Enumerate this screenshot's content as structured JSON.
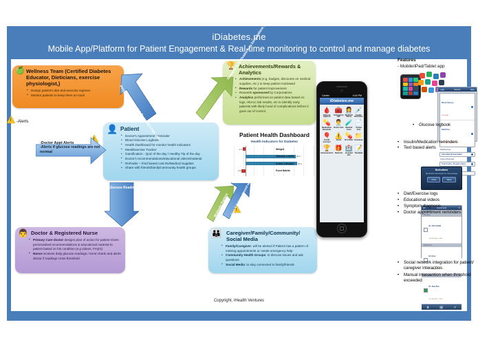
{
  "header": {
    "title": "iDiabetes.me",
    "subtitle": "Mobile App/Platform for Patient Engagement & Real-time monitoring to control and manage diabetes"
  },
  "footer": {
    "copyright": "Copyright, iHealth Ventures"
  },
  "alerts_marker": {
    "label": "-Alerts"
  },
  "wellness": {
    "icon": "apple-icon",
    "title": "Wellness Team (Certified Diabetes Educator, Dieticians, exercise physiologist,)",
    "bullets": [
      "Design patient's diet and exercise regimen",
      "Monitor patients to keep them on track"
    ]
  },
  "patient": {
    "icon": "person-icon",
    "title": "Patient",
    "bullets": [
      "Doctor's Appointment Reminder",
      "Blood Glucose Logbook",
      "Health Dashboard for monitor health indicators",
      "Meal/Exercise Tracker",
      "Gamification - Quiz of the day / Healthy Tip of the day",
      "Doctor's recommendations/educational videos/material",
      "RxFinder – Find lowest cost Rx/Medical Supplies",
      "Share with friends/family/community health groups"
    ]
  },
  "achievements": {
    "icon": "trophy-icon",
    "title": "Achievements/Rewards & Analytics",
    "bullets": [
      "<b>Achievements</b> (e.g. badges, discounts on medical supplies, etc.) to keep patient motivated",
      "<b>Rewards</b> for patient improvement",
      "Rewards <b>sponsored</b> by Corporations",
      "<b>Analytics</b> performed on patient data based on logs, HbA1c lab results, etc to identify early patients with likely hood of complications  before it goes out of control."
    ]
  },
  "doctor_nurse": {
    "icon": "doctor-nurse-icon",
    "title": "Doctor & Registered Nurse",
    "bullets": [
      "<b>Primary Care doctor</b> designs plan of action for patient Gives personalized recommendations & educational material to patient based on his condition (e.g videos, FAQ's)",
      "<b>Nurse</b> receives daily glucose readings / trend charts and alerts doctor if readings cross threshold"
    ]
  },
  "caregiver": {
    "icon": "family-icon",
    "title": "Caregiver/Family/Community/ Social Media",
    "bullets": [
      "<b>Family/Caregiver</b>: will be alerted if Patient has a pattern of missing appointments or needs emergency help",
      "<b>Community Health Groups</b>: to discuss issues and ask questions",
      "<b>Social Media</b>: to stay connected to family/friends"
    ]
  },
  "arrows": {
    "progress": "Progress via Meal & Exercise Logs, etc.",
    "rewards": "Rewards & Motivations to keep patient engaged",
    "doctor_appt": "-Doctor Appt Alerts\n-Alerts if glucose readings are not normal",
    "glucose": "Glucose Readings & Medication history",
    "motivate": "Motivate Patient",
    "alert_pattern": "Alert if Pattern missed appt"
  },
  "dashboard": {
    "title": "Patient Health Dashboard",
    "chart_data": {
      "type": "bar",
      "title": "Health Indicators for Diabetes",
      "categories": [
        "Weight",
        "Glucose Levels",
        "Active Lifestyle",
        "Food Habits"
      ],
      "values": [
        -2.1,
        43.2,
        44.4,
        -3.2
      ],
      "colors": [
        "#c0392b",
        "#2f7fa8",
        "#2f7fa8",
        "#c0392b"
      ],
      "xlabel": "",
      "ylabel": "",
      "xlim": [
        -10,
        60
      ],
      "grid": true,
      "caption": "Health Indicators",
      "legend": "none"
    }
  },
  "phone": {
    "status_carrier": "Carrier",
    "status_time": "4:04 PM",
    "app_title": "iDiabetes.me",
    "apps": [
      {
        "name": "Glucose logbook",
        "icon": "blood-drop-icon",
        "glyph": "🩸"
      },
      {
        "name": "Emergency Info",
        "icon": "first-aid-kit-icon",
        "glyph": "🧰"
      },
      {
        "name": "Dietitian/ Nurse",
        "icon": "nurse-icon",
        "glyph": "👩‍⚕️"
      },
      {
        "name": "Insulin Reminder",
        "icon": "syringe-icon",
        "glyph": "💉"
      },
      {
        "name": "Medication Reminder",
        "icon": "pills-icon",
        "glyph": "💊"
      },
      {
        "name": "Doctor Info",
        "icon": "doctor-icon",
        "glyph": "👨‍⚕️"
      },
      {
        "name": "Medical Tests",
        "icon": "test-tube-icon",
        "glyph": "🧪"
      },
      {
        "name": "Virtual Visit",
        "icon": "document-icon",
        "glyph": "📄"
      },
      {
        "name": "Social Connect",
        "icon": "social-icon",
        "glyph": "🎈"
      },
      {
        "name": "Alerts",
        "icon": "warning-icon",
        "glyph": "⚠️"
      },
      {
        "name": "Rx Finder",
        "icon": "pill-icon",
        "glyph": "💊"
      },
      {
        "name": "Insurance",
        "icon": "folder-icon",
        "glyph": "📁"
      },
      {
        "name": "Achievements",
        "icon": "trophy-icon",
        "glyph": "🏆"
      },
      {
        "name": "Rewards",
        "icon": "gift-icon",
        "glyph": "🎁"
      },
      {
        "name": "Hospital Info",
        "icon": "hospital-icon",
        "glyph": "🏥"
      },
      {
        "name": "Tips/Quiz",
        "icon": "notes-icon",
        "glyph": "📝"
      }
    ]
  },
  "features": {
    "title": "Features",
    "platform": "- Mobile/iPad/Tablet app",
    "items": [
      "Glucose logbook",
      "Insulin/Medication reminders",
      "Text based alerts",
      "Diet/Exercise logs",
      "Educational videos",
      "Symptom diagnosis",
      "Doctor appointment reminders",
      "Social network integration for patient/ caregiver interaction",
      "Manual intervention when threshold exceeded"
    ],
    "glucose_mock": {
      "nav_back": "Logs",
      "nav_title": "Glucose",
      "nav_save": "Save",
      "rows": [
        {
          "key": "Blood Glucose",
          "value": "192 mg/dL"
        },
        {
          "key": "Date/Time",
          "value": "Mar 21, 2013 4:04 PM"
        }
      ],
      "sections": [
        {
          "label": "Reading Type",
          "value": "After Meal (Postprandial)"
        },
        {
          "label": "Action Performed",
          "value": "Took Insulin - 30 units Lantus"
        },
        {
          "label": "Notes/Diet/Exercise/Activity",
          "value": "Ate cereal, 30 min swimming"
        }
      ]
    },
    "medication_mock": {
      "title": "Medications",
      "body": "Medication Reminder for Glucophage",
      "buttons": [
        "Close",
        "Taken"
      ]
    },
    "appt_mock": {
      "nav_back": "All",
      "nav_title": "Doctor Appt",
      "sections": [
        "Past Due",
        "Pending",
        "Tomorrow",
        "Within 30 min",
        "This Week",
        "Completed"
      ],
      "items": [
        {
          "name": "Dr. John Smith",
          "when": "4:30 PM, Mar 4, 2013",
          "done": false
        },
        {
          "name": "Dr. Ross",
          "when": "9:00 AM, Mar 11, 2013",
          "done": false
        },
        {
          "name": "Dr. Jane Doe",
          "when": "3:15 PM, Mar 7, 2013",
          "done": true
        }
      ],
      "tabs": [
        "⧉",
        "🗓",
        "✐"
      ]
    }
  },
  "colors": {
    "brand_blue": "#4a7ebb",
    "orange": "#ef8a22",
    "green": "#c6dd8e",
    "purple": "#b39ad4",
    "light_blue": "#9fd6ee",
    "warn_yellow": "#f6c324"
  }
}
